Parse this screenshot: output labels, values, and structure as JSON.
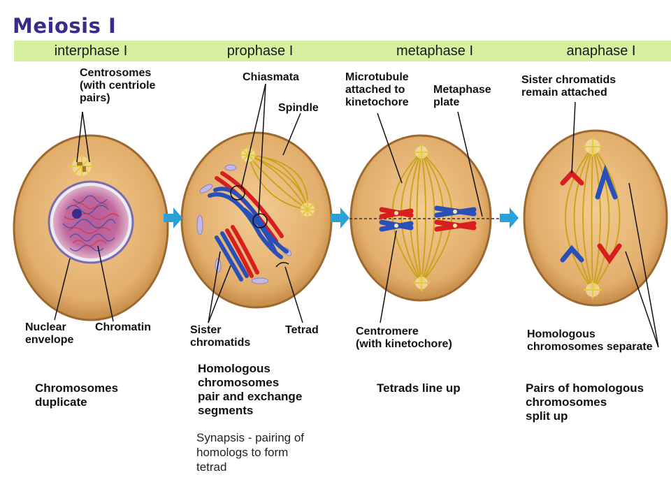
{
  "title": "Meiosis I",
  "phases": [
    {
      "label": "interphase I"
    },
    {
      "label": "prophase I"
    },
    {
      "label": "metaphase I"
    },
    {
      "label": "anaphase I"
    }
  ],
  "labels": {
    "centrosomes": "Centrosomes\n(with centriole\npairs)",
    "nuclear_envelope": "Nuclear\nenvelope",
    "chromatin": "Chromatin",
    "chiasmata": "Chiasmata",
    "spindle": "Spindle",
    "sister_chromatids_pro": "Sister\nchromatids",
    "tetrad": "Tetrad",
    "microtubule": "Microtubule\nattached to\nkinetochore",
    "metaphase_plate": "Metaphase\nplate",
    "centromere": "Centromere\n(with kinetochore)",
    "sister_attached": "Sister chromatids\nremain attached",
    "homologous_separate": "Homologous\nchromosomes separate"
  },
  "captions": {
    "interphase": "Chromosomes\nduplicate",
    "prophase": "Homologous\nchromosomes\npair and exchange\nsegments",
    "metaphase": "Tetrads line up",
    "anaphase": "Pairs of homologous\nchromosomes\nsplit up"
  },
  "note": "Synapsis - pairing of\nhomologs to form\ntetrad",
  "colors": {
    "cell_fill": "#e6b679",
    "cell_rim": "#b07a3c",
    "banner": "#d6f0a0",
    "arrow": "#2aa2d8",
    "red_chromosome": "#d81e1e",
    "blue_chromosome": "#2a4fb8",
    "spindle": "#c9a215"
  }
}
